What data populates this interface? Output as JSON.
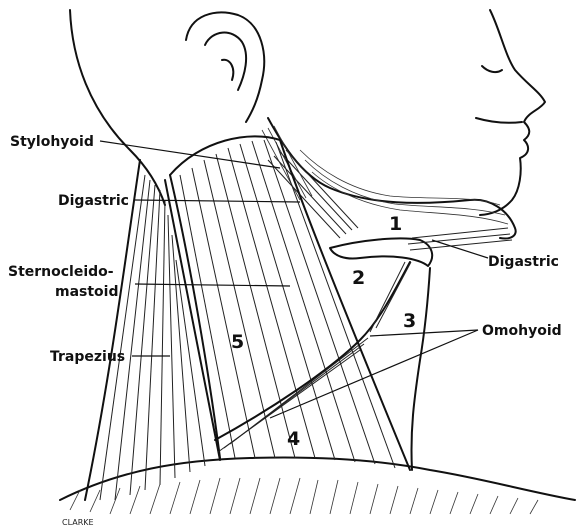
{
  "labels": {
    "stylohyoid": "Stylohyoid",
    "digastric_left": "Digastric",
    "sternocleido_line1": "Sternocleido-",
    "sternocleido_line2": "mastoid",
    "trapezius": "Trapezius",
    "digastric_right": "Digastric",
    "omohyoid": "Omohyoid"
  },
  "triangle_numbers": {
    "n1": "1",
    "n2": "2",
    "n3": "3",
    "n4": "4",
    "n5": "5"
  },
  "signature": "CLARKE"
}
